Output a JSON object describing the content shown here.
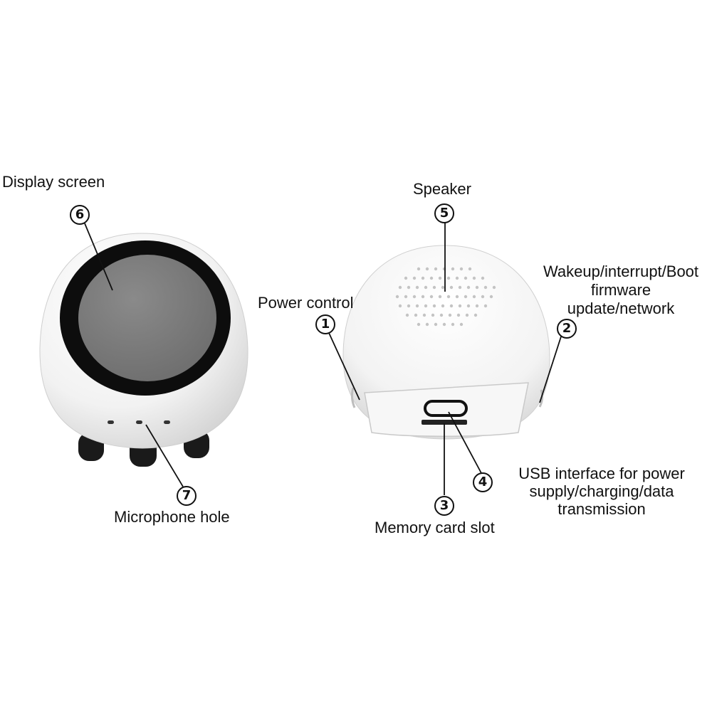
{
  "labels": {
    "display_screen": "Display screen",
    "microphone_hole": "Microphone hole",
    "power_control": "Power control",
    "speaker": "Speaker",
    "wakeup_line1": "Wakeup/interrupt/Boot",
    "wakeup_line2": "firmware",
    "wakeup_line3": "update/network",
    "usb_line1": "USB interface for power",
    "usb_line2": "supply/charging/data",
    "usb_line3": "transmission",
    "memory_card_slot": "Memory card slot"
  },
  "markers": {
    "m1": "1",
    "m2": "2",
    "m3": "3",
    "m4": "4",
    "m5": "5",
    "m6": "6",
    "m7": "7"
  },
  "colors": {
    "device_body": "#f4f4f4",
    "screen_bezel": "#0d0d0d",
    "screen_glass": "#7b7b7b",
    "feet": "#1a1a1a",
    "ink": "#111111"
  }
}
